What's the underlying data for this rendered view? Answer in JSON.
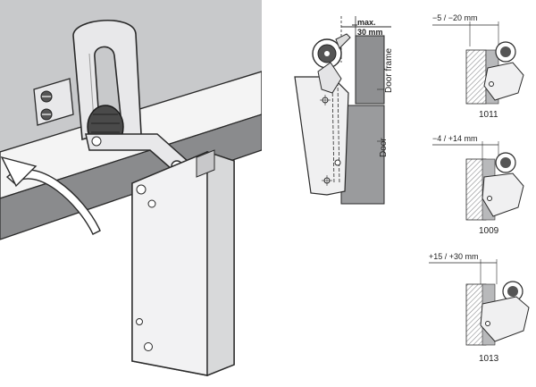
{
  "colors": {
    "wall": "#c8c9cb",
    "wall_dark": "#7d7e80",
    "line": "#2a2a2a",
    "metal": "#e8e8ea",
    "door_gray": "#9a9b9d",
    "frame_gray": "#8f9092",
    "hatch": "#b8b9bb"
  },
  "main_diagram": {
    "max_label": "max.",
    "max_value": "30 mm",
    "door_frame_label": "Door frame",
    "door_label": "Door"
  },
  "variants": [
    {
      "range": "−5 / −20 mm",
      "model": "1011"
    },
    {
      "range": "−4 / +14 mm",
      "model": "1009"
    },
    {
      "range": "+15 / +30 mm",
      "model": "1013"
    }
  ],
  "icons": {
    "arrow": "curved-arrow-icon",
    "roller": "roller-icon"
  }
}
